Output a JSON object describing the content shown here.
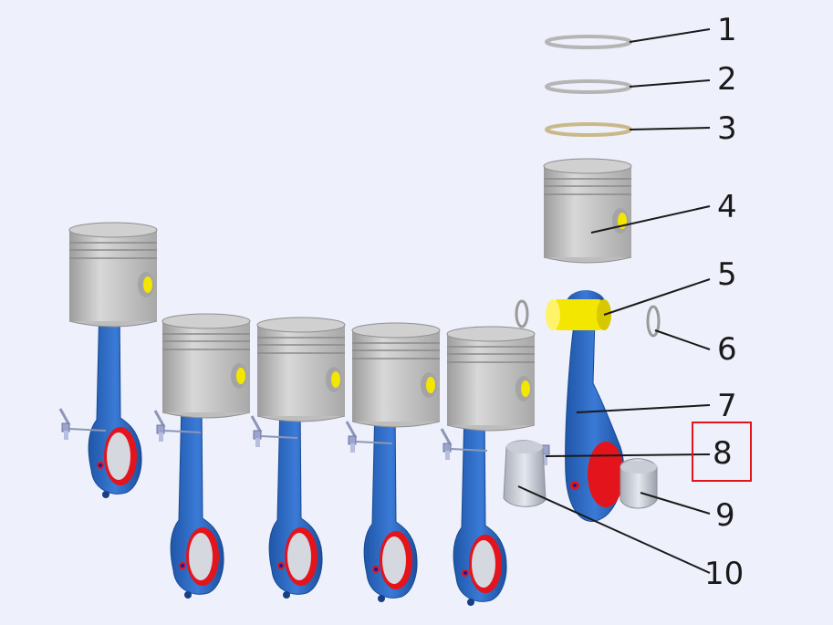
{
  "diagram": {
    "callouts": [
      {
        "id": "1",
        "label": "1"
      },
      {
        "id": "2",
        "label": "2"
      },
      {
        "id": "3",
        "label": "3"
      },
      {
        "id": "4",
        "label": "4"
      },
      {
        "id": "5",
        "label": "5"
      },
      {
        "id": "6",
        "label": "6"
      },
      {
        "id": "7",
        "label": "7"
      },
      {
        "id": "8",
        "label": "8",
        "highlighted": true
      },
      {
        "id": "9",
        "label": "9"
      },
      {
        "id": "10",
        "label": "10"
      }
    ],
    "colors": {
      "background": "#eef0fb",
      "rod": "#2f6ec9",
      "piston": "#c4c4c4",
      "bearing_face": "#e3141c",
      "pin": "#f3e600",
      "highlight_box": "#e3141c"
    }
  }
}
